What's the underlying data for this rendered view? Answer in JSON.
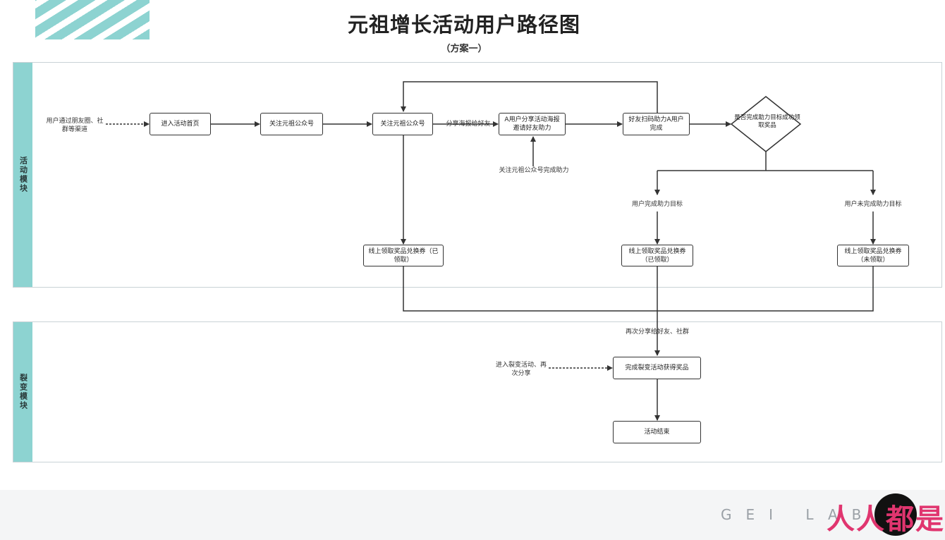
{
  "header": {
    "title": "元祖增长活动用户路径图",
    "subtitle": "（方案一）"
  },
  "lanes": [
    {
      "label": "活动模块"
    },
    {
      "label": "裂变模块"
    }
  ],
  "nodes": {
    "start_note": "用户通过朋友圈、社群等渠道",
    "n1": "进入活动首页",
    "n2": "关注元祖公众号",
    "n3": "关注元祖公众号",
    "n4": "A用户分享活动海报邀请好友助力",
    "n5": "好友扫码助力A用户完成",
    "side_note": "关注元祖公众号完成助力",
    "decision": "是否完成助力目标成功领取奖品",
    "branch_yes": "用户完成助力目标",
    "branch_no": "用户未完成助力目标",
    "n6": "线上领取奖品兑换券（已领取）",
    "n7": "线上领取奖品兑换券（已领取）",
    "n8": "线上领取奖品兑换券（未领取）",
    "share_label": "分享海报给好友",
    "bottom_label": "再次分享给好友、社群",
    "lane2_note": "进入裂变活动、再次分享",
    "n9": "完成裂变活动获得奖品",
    "n10": "活动结束"
  },
  "watermark": {
    "text": "GEI LAB",
    "brand": "人人都是"
  }
}
